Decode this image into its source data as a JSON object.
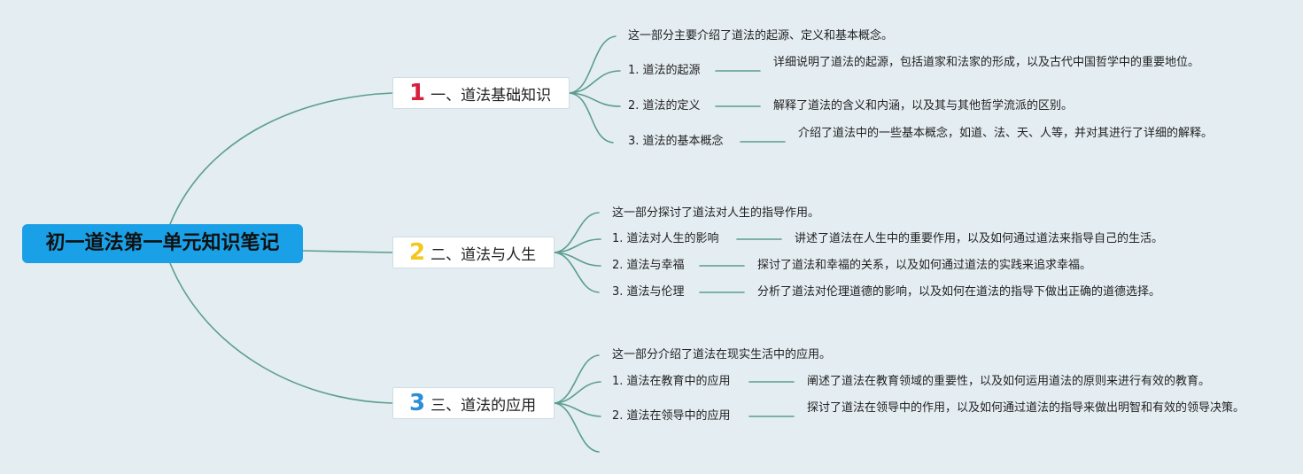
{
  "root": "初一道法第一单元知识笔记",
  "colors": {
    "background": "#e4edf2",
    "root": "#1aa0e6",
    "line": "#5a9e8d",
    "num1": "#d81f3c",
    "num2": "#f2c81d",
    "num3": "#2a8fd6"
  },
  "topics": [
    {
      "num": "1",
      "label": "一、道法基础知识",
      "summary": "这一部分主要介绍了道法的起源、定义和基本概念。",
      "items": [
        {
          "label": "1. 道法的起源",
          "desc": "详细说明了道法的起源，包括道家和法家的形成，以及古代中国哲学中的重要地位。"
        },
        {
          "label": "2. 道法的定义",
          "desc": "解释了道法的含义和内涵，以及其与其他哲学流派的区别。"
        },
        {
          "label": "3. 道法的基本概念",
          "desc": "介绍了道法中的一些基本概念，如道、法、天、人等，并对其进行了详细的解释。"
        }
      ]
    },
    {
      "num": "2",
      "label": "二、道法与人生",
      "summary": "这一部分探讨了道法对人生的指导作用。",
      "items": [
        {
          "label": "1. 道法对人生的影响",
          "desc": "讲述了道法在人生中的重要作用，以及如何通过道法来指导自己的生活。"
        },
        {
          "label": "2. 道法与幸福",
          "desc": "探讨了道法和幸福的关系，以及如何通过道法的实践来追求幸福。"
        },
        {
          "label": "3. 道法与伦理",
          "desc": "分析了道法对伦理道德的影响，以及如何在道法的指导下做出正确的道德选择。"
        }
      ]
    },
    {
      "num": "3",
      "label": "三、道法的应用",
      "summary": "这一部分介绍了道法在现实生活中的应用。",
      "items": [
        {
          "label": "1. 道法在教育中的应用",
          "desc": "阐述了道法在教育领域的重要性，以及如何运用道法的原则来进行有效的教育。"
        },
        {
          "label": "2. 道法在领导中的应用",
          "desc": "探讨了道法在领导中的作用，以及如何通过道法的指导来做出明智和有效的领导决策。"
        }
      ]
    }
  ]
}
